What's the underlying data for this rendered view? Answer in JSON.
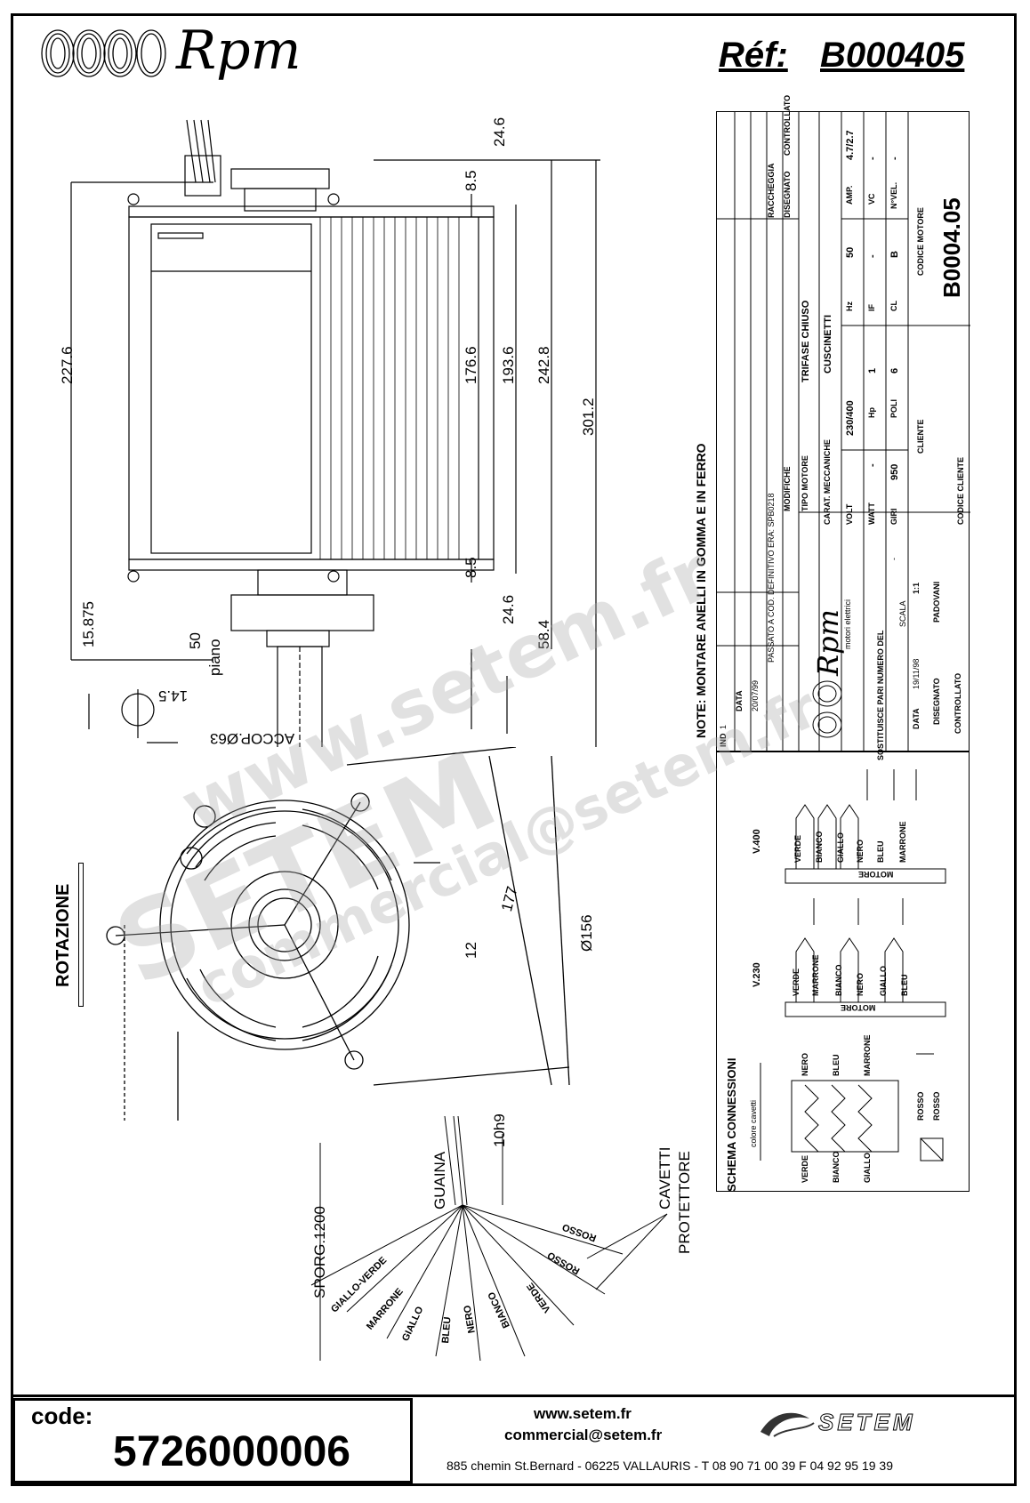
{
  "header": {
    "brand": "Rpm",
    "ref_label": "Réf:",
    "ref_value": "B000405"
  },
  "dimensions": {
    "d24_6_top": "24.6",
    "d8_5_top": "8.5",
    "d227_6": "227.6",
    "d176_6": "176.6",
    "d193_6": "193.6",
    "d242_8": "242.8",
    "d301_2": "301.2",
    "d8_5_bottom": "8.5",
    "d24_6_bottom": "24.6",
    "d58_4": "58.4",
    "d15_875": "15.875",
    "d50": "50",
    "d14_5": "14.5",
    "piano": "piano",
    "accop": "ACCOP.Ø63",
    "d177": "177",
    "d156": "Ø156",
    "d12": "12",
    "rotazione": "ROTAZIONE",
    "d10h9": "10h9",
    "guaina": "GUAINA",
    "sporg": "SPORG.1200",
    "cavetti": "CAVETTI",
    "protettore": "PROTETTORE"
  },
  "wires": [
    "GIALLO-VERDE",
    "MARRONE",
    "GIALLO",
    "BLEU",
    "NERO",
    "BIANCO",
    "VERDE",
    "ROSSO",
    "ROSSO"
  ],
  "note": "NOTE:   MONTARE ANELLI IN GOMMA E IN FERRO",
  "title_block": {
    "revisions": [
      {
        "ind": "1",
        "data": "20/07/99",
        "modifiche": "PASSATO A COD. DEFINITIVO ERA: SPB0218"
      }
    ],
    "rev_headers": {
      "ind": "IND",
      "data": "DATA",
      "modifiche": "MODIFICHE",
      "raccheggia": "RACCHEGGIA",
      "disegnato": "DISEGNATO",
      "controllato": "CONTROLLATO"
    },
    "tipo_motore_label": "TIPO MOTORE",
    "tipo_motore": "TRIFASE CHIUSO",
    "carat_label": "CARAT. MECCANICHE",
    "carat": "CUSCINETTI",
    "volt_label": "VOLT",
    "volt": "230/400",
    "hz_label": "Hz",
    "hz": "50",
    "amp_label": "AMP.",
    "amp": "4.7/2.7",
    "watt_label": "WATT",
    "watt": "-",
    "hp_label": "Hp",
    "hp": "1",
    "if_label": "IF",
    "if": "-",
    "vc_label": "VC",
    "vc": "-",
    "giri_label": "GIRI",
    "giri": "950",
    "poli_label": "POLI",
    "poli": "6",
    "cl_label": "CL",
    "cl": "B",
    "nvel_label": "N°VEL.",
    "nvel": "-",
    "cliente_label": "CLIENTE",
    "codice_motore_label": "CODICE MOTORE",
    "codice_motore": "B0004.05",
    "codice_cliente_label": "CODICE CLIENTE",
    "logo_text": "Rpm",
    "logo_sub": "motori elettrici",
    "sostituisce_label": "SOSTITUISCE PARI NUMERO DEL",
    "sostituisce": "-",
    "scala_label": "SCALA",
    "scala": "1:1",
    "data_label": "DATA",
    "data": "19/11/98",
    "disegnato_label": "DISEGNATO",
    "disegnato": "PADOVANI",
    "controllato_label": "CONTROLLATO"
  },
  "schema": {
    "title": "SCHEMA CONNESSIONI",
    "colore": "colore cavetti",
    "v400": "V.400",
    "v230": "V.230",
    "motore": "MOTORE",
    "v400_wires": [
      "VERDE",
      "BIANCO",
      "GIALLO",
      "NERO",
      "BLEU",
      "MARRONE"
    ],
    "v230_wires": [
      "VERDE",
      "MARRONE",
      "BIANCO",
      "NERO",
      "GIALLO",
      "BLEU"
    ],
    "top_wires": [
      "NERO",
      "BLEU",
      "MARRONE"
    ],
    "bottom_wires": [
      "VERDE",
      "BIANCO",
      "GIALLO"
    ],
    "rosso": [
      "ROSSO",
      "ROSSO"
    ]
  },
  "footer": {
    "code_label": "code:",
    "code_value": "5726000006",
    "web": "www.setem.fr",
    "email": "commercial@setem.fr",
    "address": "885 chemin St.Bernard  -  06225 VALLAURIS  -  T 08 90 71 00 39  F 04 92 95 19 39",
    "brand": "SETEM"
  },
  "watermarks": [
    "www.setem.fr",
    "SETEM",
    "commercial@setem.fr"
  ]
}
